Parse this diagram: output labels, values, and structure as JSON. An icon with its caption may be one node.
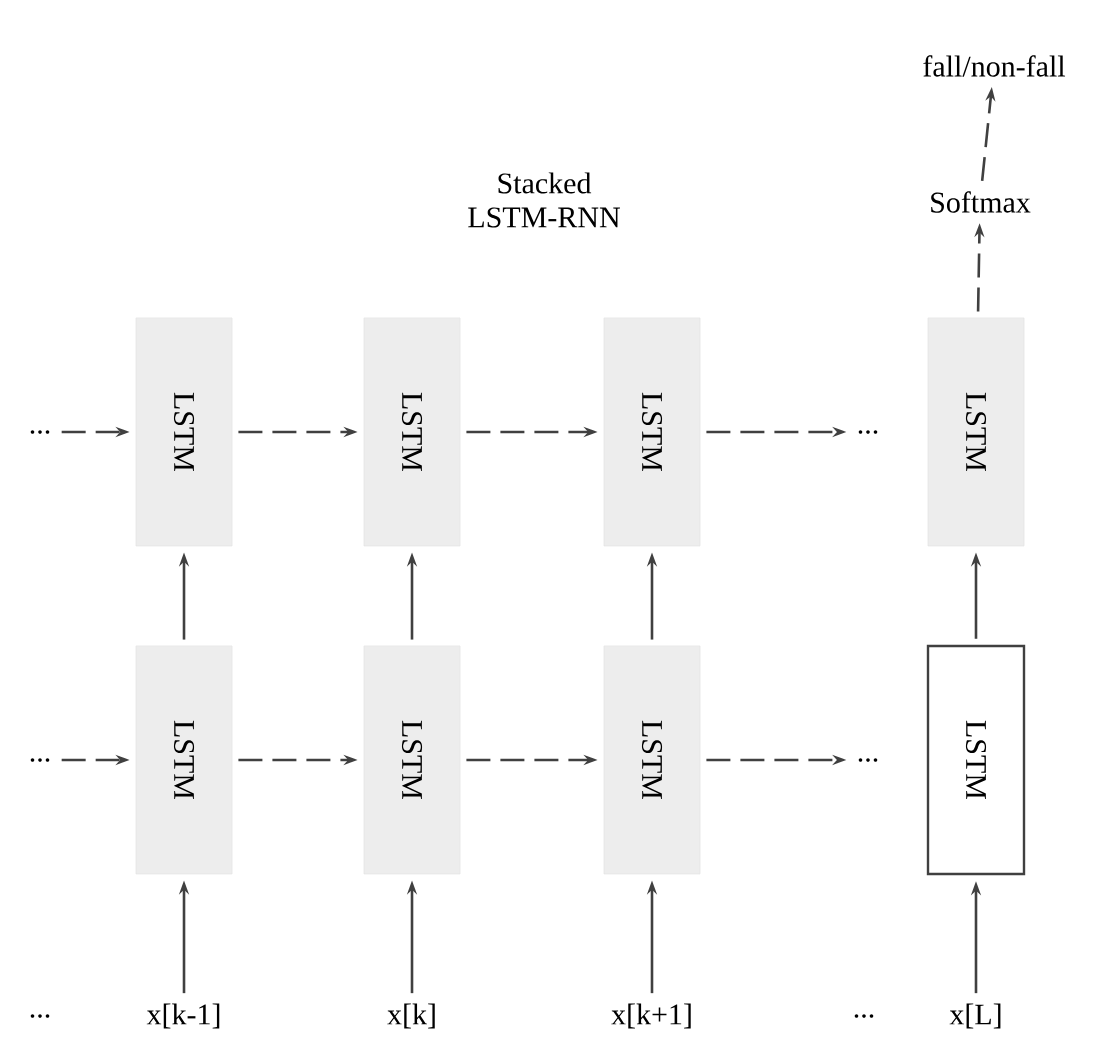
{
  "diagram": {
    "nodes": [
      {
        "text": [
          "LSTM"
        ]
      },
      {
        "text": [
          "LSTM"
        ]
      },
      {
        "text": [
          "LSTM"
        ]
      },
      {
        "text": [
          "LSTM"
        ]
      },
      {
        "text": [
          "LSTM"
        ]
      },
      {
        "text": [
          "LSTM"
        ]
      },
      {
        "text": [
          "LSTM"
        ]
      },
      {
        "text": [
          "LSTM"
        ]
      },
      {
        "text": [
          "x[k-1]"
        ]
      },
      {
        "text": [
          "x[k]"
        ]
      },
      {
        "text": [
          "x[k+1]"
        ]
      },
      {
        "text": [
          "x[L]"
        ]
      },
      {
        "text": [
          "Softmax"
        ]
      },
      {
        "text": [
          "fall/non-fall"
        ]
      },
      {
        "text": [
          "..."
        ]
      },
      {
        "text": [
          "..."
        ]
      },
      {
        "text": [
          "..."
        ]
      },
      {
        "text": [
          "..."
        ]
      }
    ],
    "edges": [
      {
        "from": 14,
        "to": 0,
        "arrow": "to",
        "style": "dashed"
      },
      {
        "from": 0,
        "to": 1,
        "arrow": "to",
        "style": "dashed"
      },
      {
        "from": 1,
        "to": 2,
        "arrow": "to",
        "style": "dashed"
      },
      {
        "from": 2,
        "to": 15,
        "arrow": "to",
        "style": "dashed"
      },
      {
        "from": 3,
        "to": 12,
        "arrow": "to",
        "style": "dashed"
      },
      {
        "from": 12,
        "to": 13,
        "arrow": "to",
        "style": "dashed"
      },
      {
        "from": 16,
        "to": 4,
        "arrow": "to",
        "style": "dashed"
      },
      {
        "from": 4,
        "to": 5,
        "arrow": "to",
        "style": "dashed"
      },
      {
        "from": 5,
        "to": 6,
        "arrow": "to",
        "style": "dashed"
      },
      {
        "from": 6,
        "to": 17,
        "arrow": "to",
        "style": "dashed"
      },
      {
        "from": 4,
        "to": 0,
        "arrow": "to"
      },
      {
        "from": 5,
        "to": 1,
        "arrow": "to"
      },
      {
        "from": 6,
        "to": 2,
        "arrow": "to"
      },
      {
        "from": 7,
        "to": 3,
        "arrow": "to"
      },
      {
        "from": 8,
        "to": 4,
        "arrow": "to"
      },
      {
        "from": 9,
        "to": 5,
        "arrow": "to"
      },
      {
        "from": 10,
        "to": 6,
        "arrow": "to"
      },
      {
        "from": 11,
        "to": 7,
        "arrow": "to"
      }
    ],
    "labels": [
      "Stacked LSTM-RNN",
      "...",
      "..."
    ]
  }
}
